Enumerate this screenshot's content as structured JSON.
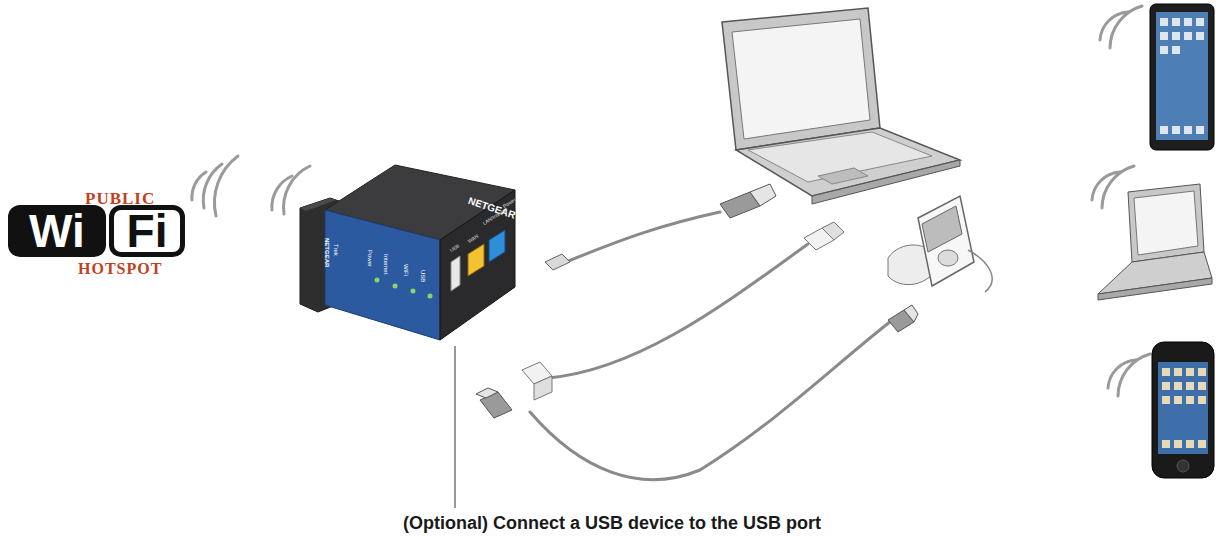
{
  "diagram": {
    "caption": "(Optional) Connect a USB device to the USB port",
    "nodes": [
      {
        "text": [
          "Wi"
        ]
      },
      {
        "text": [
          "Fi"
        ]
      }
    ],
    "labels": [
      "PUBLIC",
      "HOTSPOT",
      "NETGEAR",
      "NETGEAR",
      "Trek",
      "Power",
      "Internet",
      "WiFi",
      "USB",
      "USB",
      "WAN",
      "LAN/Internet",
      "Power"
    ]
  }
}
